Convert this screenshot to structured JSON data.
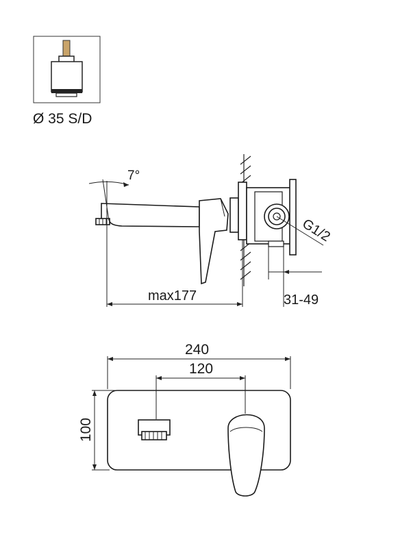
{
  "cartridge": {
    "label": "Ø 35 S/D"
  },
  "side_view": {
    "angle_label": "7°",
    "thread_label": "G1/2",
    "reach_label": "max177",
    "depth_label": "31-49"
  },
  "front_view": {
    "width_label": "240",
    "spacing_label": "120",
    "height_label": "100"
  },
  "colors": {
    "line": "#1a1a1a",
    "cartridge_stem": "#c9a46a"
  }
}
